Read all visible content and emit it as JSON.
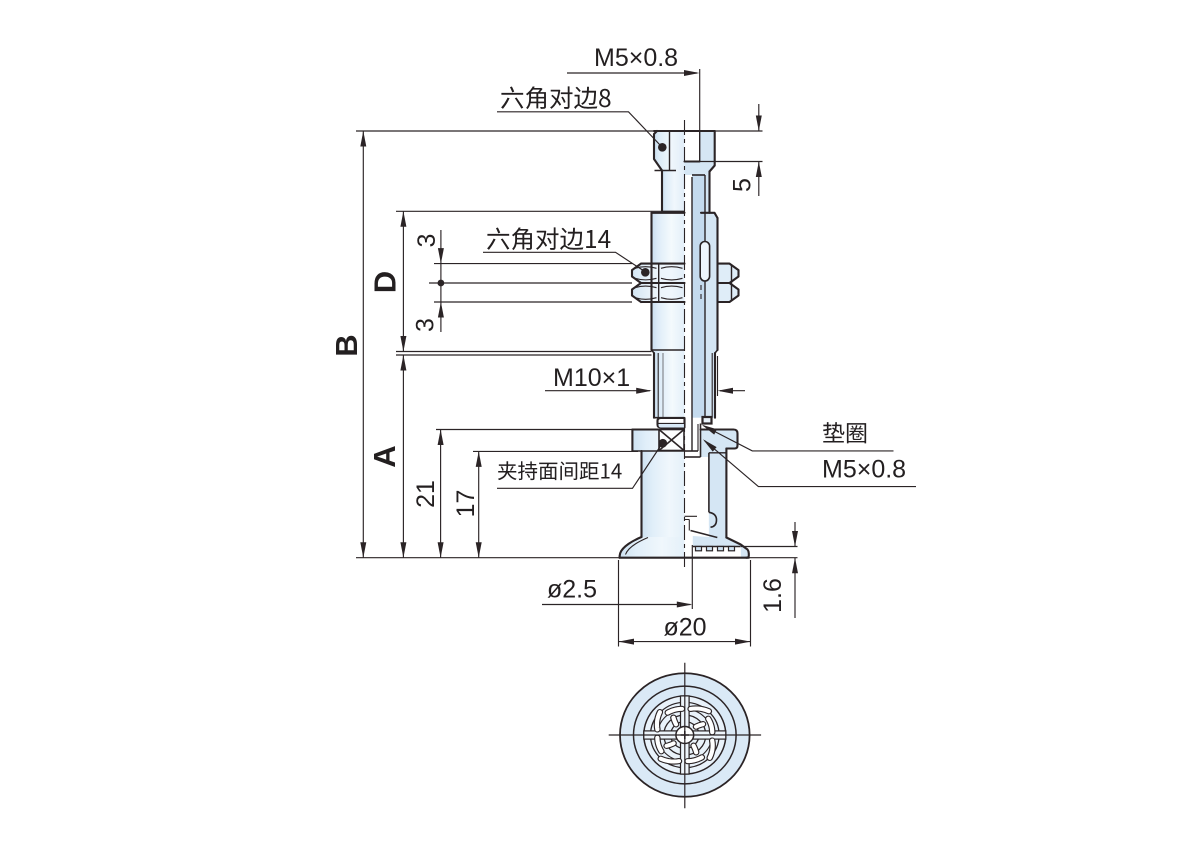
{
  "drawing": {
    "kind": "engineering-dimension-drawing",
    "part": "vacuum-suction-cup-fitting",
    "labels": {
      "thread_top": "M5×0.8",
      "hex_flats_8": "六角对边8",
      "depth_5": "5",
      "hex_flats_14": "六角对边14",
      "dim_3_upper": "3",
      "dim_3_lower": "3",
      "dim_D": "D",
      "dim_B": "B",
      "thread_mid": "M10×1",
      "dim_A": "A",
      "dim_21": "21",
      "dim_17": "17",
      "clamp_face_gap": "夹持面间距14",
      "washer": "垫圈",
      "thread_bottom": "M5×0.8",
      "hole_dia": "ø2.5",
      "pad_dia": "ø20",
      "lip_1_6": "1.6"
    },
    "colors": {
      "line": "#2b2426",
      "fill_light": "#dcebf8",
      "fill_mid": "#d5e6f4",
      "fill_deep": "#c8ddf0",
      "background": "#ffffff"
    }
  }
}
